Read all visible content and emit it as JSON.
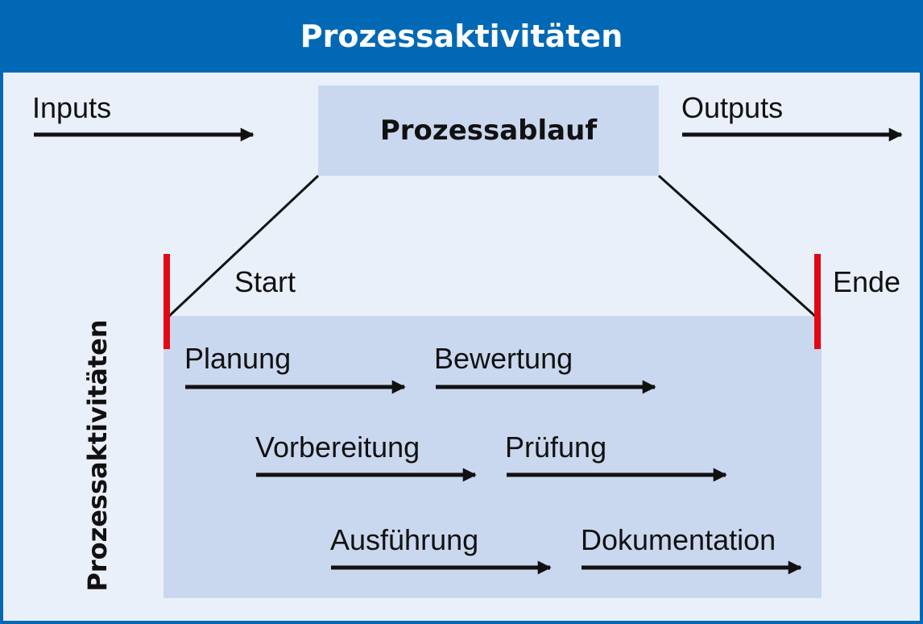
{
  "title": "Prozessaktivitäten",
  "process_box": "Prozessablauf",
  "inputs": "Inputs",
  "outputs": "Outputs",
  "start": "Start",
  "end": "Ende",
  "side_label": "Prozessaktivitäten",
  "activities": [
    "Planung",
    "Bewertung",
    "Vorbereitung",
    "Prüfung",
    "Ausführung",
    "Dokumentation"
  ],
  "colors": {
    "header": "#0068b4",
    "background": "#eaf0f9",
    "box": "#cad8ef",
    "marker": "#e30613",
    "arrow": "#111111"
  }
}
